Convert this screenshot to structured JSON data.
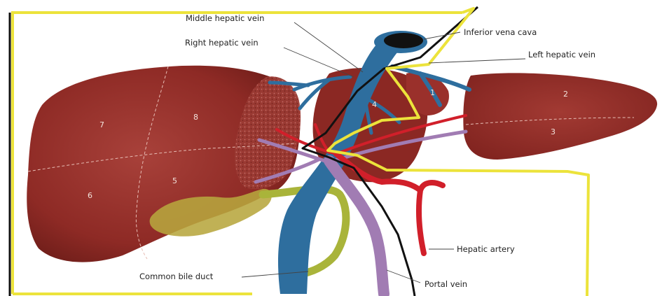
{
  "labels": {
    "middle_hepatic_vein": "Middle hepatic vein",
    "right_hepatic_vein": "Right hepatic vein",
    "inferior_vena_cava": "Inferior vena cava",
    "left_hepatic_vein": "Left hepatic vein",
    "hepatic_artery": "Hepatic artery",
    "common_bile_duct": "Common bile duct",
    "portal_vein": "Portal vein"
  },
  "segments": [
    "1",
    "2",
    "3",
    "4",
    "5",
    "6",
    "7",
    "8"
  ],
  "colors": {
    "liver": "#8e2a25",
    "liver_dark": "#6d1d19",
    "vein": "#2e6e9e",
    "portal_vein": "#a17cb3",
    "artery": "#d11f2a",
    "bile_duct": "#a9b43a",
    "gallbladder": "#b7a63d",
    "yellow_line": "#ece33b",
    "black_line": "#111111"
  }
}
